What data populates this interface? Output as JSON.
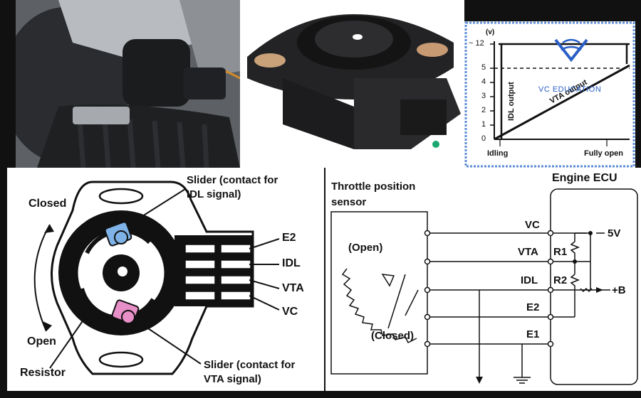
{
  "watermark": {
    "text": "VC EDUCATION",
    "color": "#2a5fc7"
  },
  "graph": {
    "y_unit": "(v)",
    "y_ticks": [
      "~ 12",
      "5",
      "4",
      "3",
      "2",
      "1",
      "0"
    ],
    "idl_label": "IDL output",
    "vta_label": "VTA output",
    "x_start": "Idling",
    "x_end": "Fully open"
  },
  "sensor_diagram": {
    "slider_idl": "Slider (contact for\nIDL signal)",
    "slider_vta": "Slider (contact for\nVTA signal)",
    "closed": "Closed",
    "open": "Open",
    "resistor": "Resistor",
    "terminals": [
      "E2",
      "IDL",
      "VTA",
      "VC"
    ],
    "slider_idl_color": "#7fb3e8",
    "slider_vta_color": "#e98fc8"
  },
  "circuit": {
    "sensor_title": "Throttle position\nsensor",
    "ecu_title": "Engine ECU",
    "open_label": "(Open)",
    "closed_label": "(Closed)",
    "terminals": [
      "VC",
      "VTA",
      "IDL",
      "E2",
      "E1"
    ],
    "r1": "R1",
    "r2": "R2",
    "supply": "5V",
    "plus_b": "+B"
  }
}
